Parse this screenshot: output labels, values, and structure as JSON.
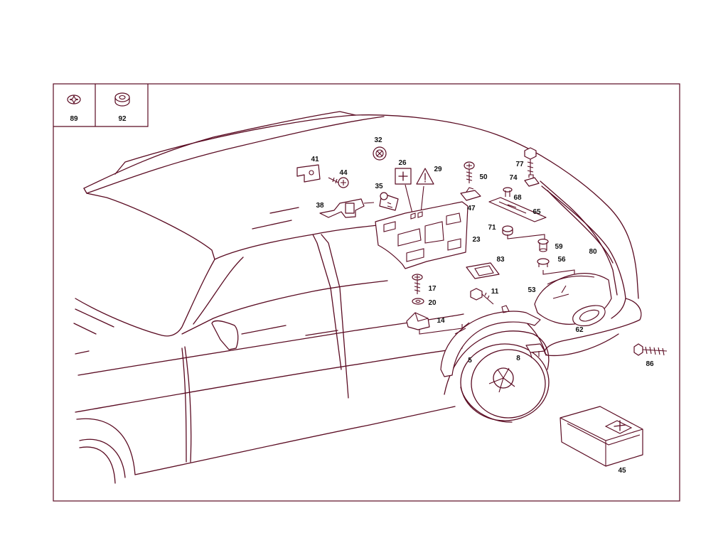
{
  "legend": [
    {
      "number": "89",
      "icon": "star-washer-icon"
    },
    {
      "number": "92",
      "icon": "spacer-ring-icon"
    }
  ],
  "callouts": {
    "c32": "32",
    "c41": "41",
    "c44": "44",
    "c26": "26",
    "c29": "29",
    "c35": "35",
    "c38": "38",
    "c50": "50",
    "c77": "77",
    "c74": "74",
    "c68": "68",
    "c47": "47",
    "c65": "65",
    "c71": "71",
    "c23": "23",
    "c59": "59",
    "c80": "80",
    "c56": "56",
    "c83": "83",
    "c17": "17",
    "c11": "11",
    "c53": "53",
    "c20": "20",
    "c14": "14",
    "c62": "62",
    "c8": "8",
    "c5": "5",
    "c86": "86",
    "c45": "45"
  },
  "colors": {
    "line": "#5a0b22",
    "text": "#111111",
    "background": "#ffffff"
  }
}
